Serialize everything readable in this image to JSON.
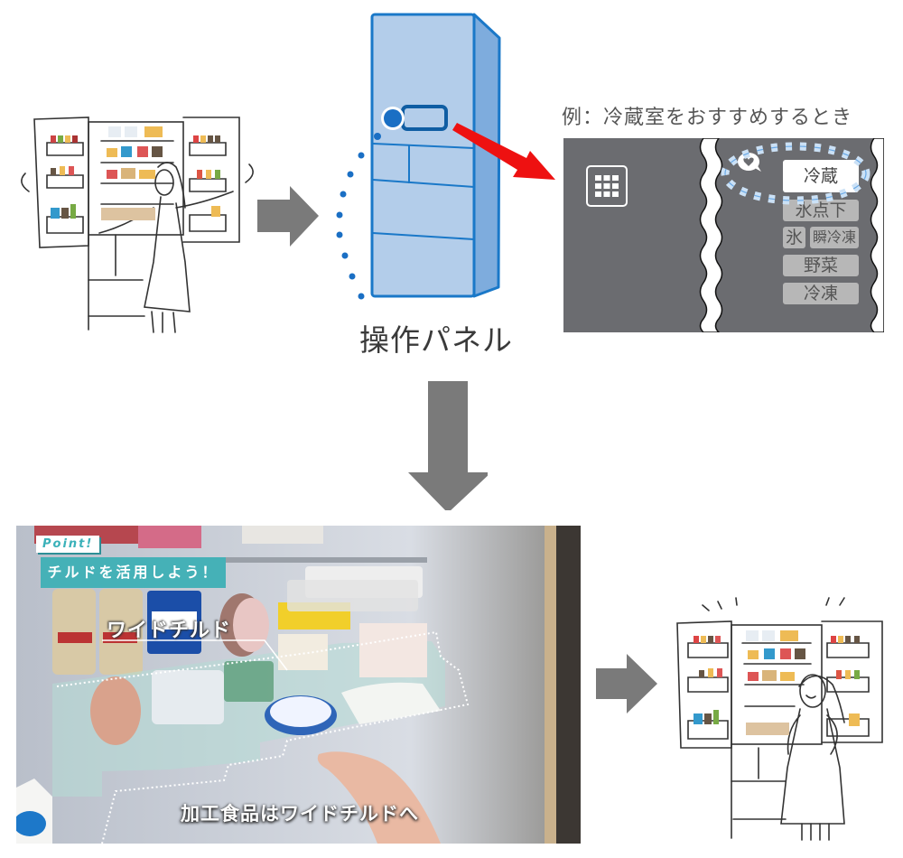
{
  "operation_panel_caption": "操作パネル",
  "example": {
    "caption": "例：冷蔵室をおすすめするとき",
    "buttons": [
      {
        "label": "冷蔵",
        "state": "selected"
      },
      {
        "label": "氷点下",
        "state": "normal"
      },
      {
        "label": "氷",
        "state": "normal"
      },
      {
        "label": "瞬冷凍",
        "state": "normal"
      },
      {
        "label": "野菜",
        "state": "normal"
      },
      {
        "label": "冷凍",
        "state": "normal"
      }
    ],
    "icons": [
      "menu-grid-icon",
      "heart-speech-bubble-icon"
    ]
  },
  "photo": {
    "point_tag": "Point!",
    "title": "チルドを活用しよう！",
    "callout_label": "ワイドチルド",
    "caption": "加工食品はワイドチルドへ"
  },
  "colors": {
    "arrow_gray": "#7a7a7a",
    "fridge_blue": "#b3cdea",
    "fridge_border": "#1a78c8",
    "red_arrow": "#ee1111",
    "panel_gray": "#6b6c70",
    "highlight_dots": "#6aa9e6",
    "teal": "#45b1b7"
  }
}
